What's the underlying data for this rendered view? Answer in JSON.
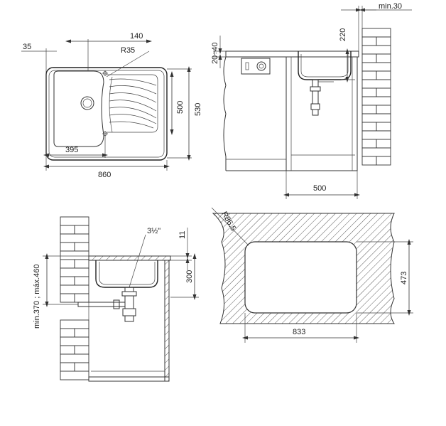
{
  "top_view": {
    "dims": {
      "d35": "35",
      "d140": "140",
      "r35": "R35",
      "d500": "500",
      "d530": "530",
      "d395": "395",
      "d860": "860"
    }
  },
  "side_view": {
    "dims": {
      "min30": "min.30",
      "d220": "220",
      "d20_40": "20÷40",
      "d500": "500"
    }
  },
  "install_view": {
    "dims": {
      "pipe": "3½\"",
      "d11": "11",
      "d300": "300",
      "height_range": "min.370 ; máx.460"
    }
  },
  "cutout_view": {
    "dims": {
      "radius": "R86.5",
      "d473": "473",
      "d833": "833"
    }
  },
  "colors": {
    "line": "#333333",
    "background": "#ffffff"
  }
}
